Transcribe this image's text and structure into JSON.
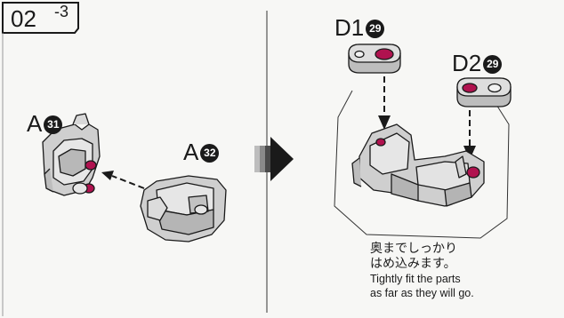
{
  "step": {
    "main": "02",
    "sub": "-3"
  },
  "labels": {
    "part_a31": {
      "letter": "A",
      "number": "31"
    },
    "part_a32": {
      "letter": "A",
      "number": "32"
    },
    "part_d1": {
      "letter": "D1",
      "number": "29"
    },
    "part_d2": {
      "letter": "D2",
      "number": "29"
    }
  },
  "note": {
    "jp_line1": "奥までしっかり",
    "jp_line2": "はめ込みます。",
    "en_line1": "Tightly fit the parts",
    "en_line2": "as far as they will go."
  },
  "colors": {
    "ink": "#1a1a1a",
    "part_gray": "#c9c9c9",
    "part_light": "#e6e6e6",
    "pin_magenta": "#b0124f"
  }
}
